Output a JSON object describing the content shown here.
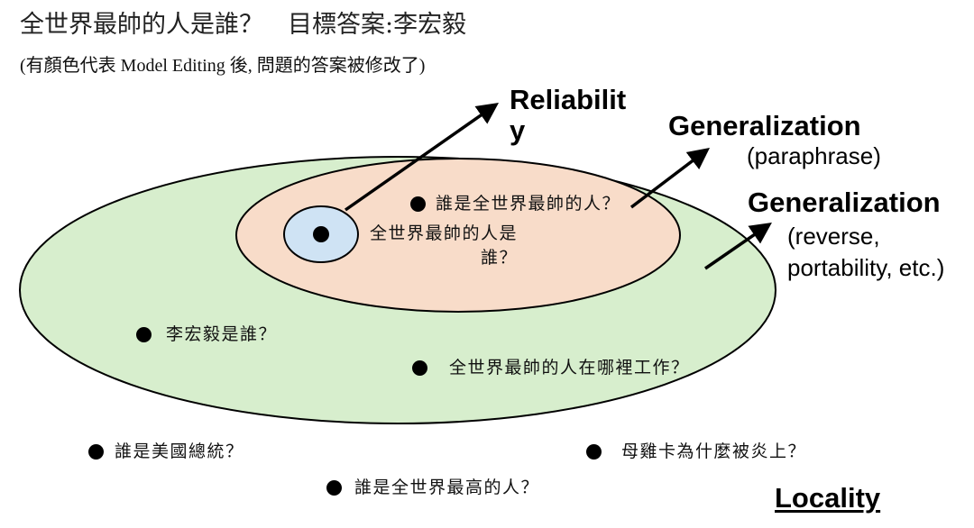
{
  "title": "全世界最帥的人是誰？　目標答案:李宏毅",
  "subtitle": "(有顏色代表 Model Editing 後, 問題的答案被修改了)",
  "colors": {
    "outer_ellipse_fill": "#d7eecd",
    "middle_ellipse_fill": "#f8dcc9",
    "inner_ellipse_fill": "#cfe3f4",
    "outline": "#000000"
  },
  "blue_ellipse": {
    "lines": [
      "全世界最帥的人是",
      "誰？"
    ]
  },
  "peach_ellipse": {
    "items": [
      "誰是全世界最帥的人？"
    ]
  },
  "green_ellipse": {
    "items": [
      "李宏毅是誰？",
      "全世界最帥的人在哪裡工作？"
    ]
  },
  "outside": {
    "items": [
      "誰是美國總統？",
      "母雞卡為什麼被炎上？",
      "誰是全世界最高的人？"
    ]
  },
  "labels": {
    "reliability": [
      "Reliabilit",
      "y"
    ],
    "generalization_paraphrase": {
      "title": "Generalization",
      "lines": [
        "(paraphrase)"
      ]
    },
    "generalization_reverse": {
      "title": "Generalization",
      "lines": [
        "(reverse,",
        "portability, etc.)"
      ]
    },
    "locality": "Locality"
  }
}
